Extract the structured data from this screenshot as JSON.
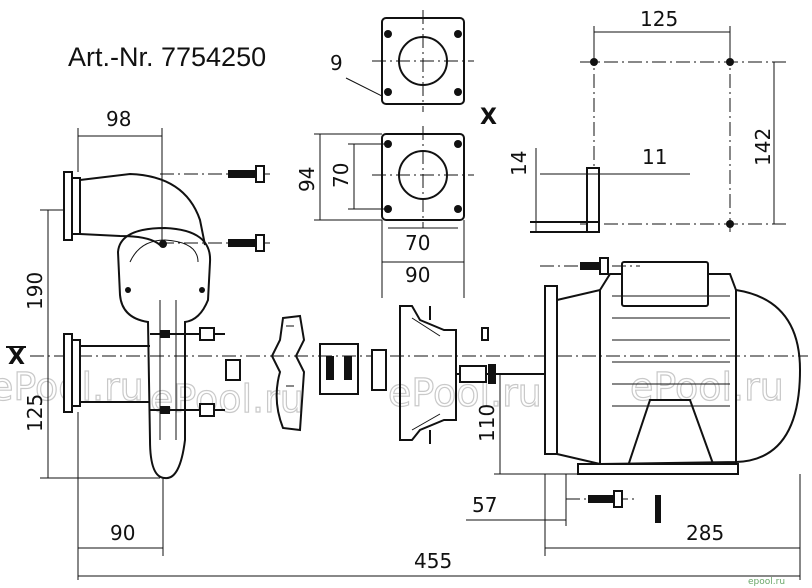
{
  "title": "Art.-Nr. 7754250",
  "axis_marks": {
    "x_top": "X",
    "x_left": "X"
  },
  "dimensions": {
    "d98": "98",
    "d190": "190",
    "d125_left": "125",
    "d90_bottom": "90",
    "d455": "455",
    "d9": "9",
    "d94": "94",
    "d70_vertical": "70",
    "d70_horizontal": "70",
    "d90_flange": "90",
    "d125_top": "125",
    "d142": "142",
    "d14": "14",
    "d11": "11",
    "d110": "110",
    "d57": "57",
    "d285": "285"
  },
  "watermarks": {
    "w1": "ePool.ru",
    "w2": "ePool.ru",
    "w3": "ePool.ru",
    "w4": "ePool.ru",
    "corner": "epool.ru"
  }
}
